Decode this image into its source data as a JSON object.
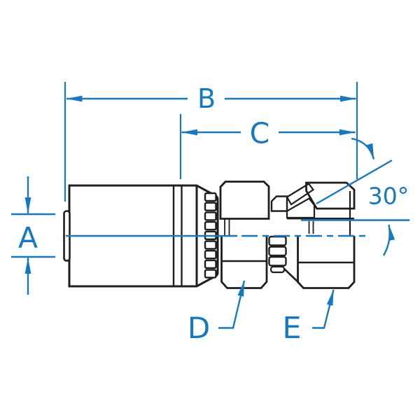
{
  "drawing": {
    "labels": {
      "a": "A",
      "b": "B",
      "c": "C",
      "d": "D",
      "e": "E",
      "angle": "30°"
    }
  },
  "colors": {
    "dimension_blue": "#1778C2",
    "line_ink": "#1E1E1E",
    "background": "#FFFFFF"
  }
}
